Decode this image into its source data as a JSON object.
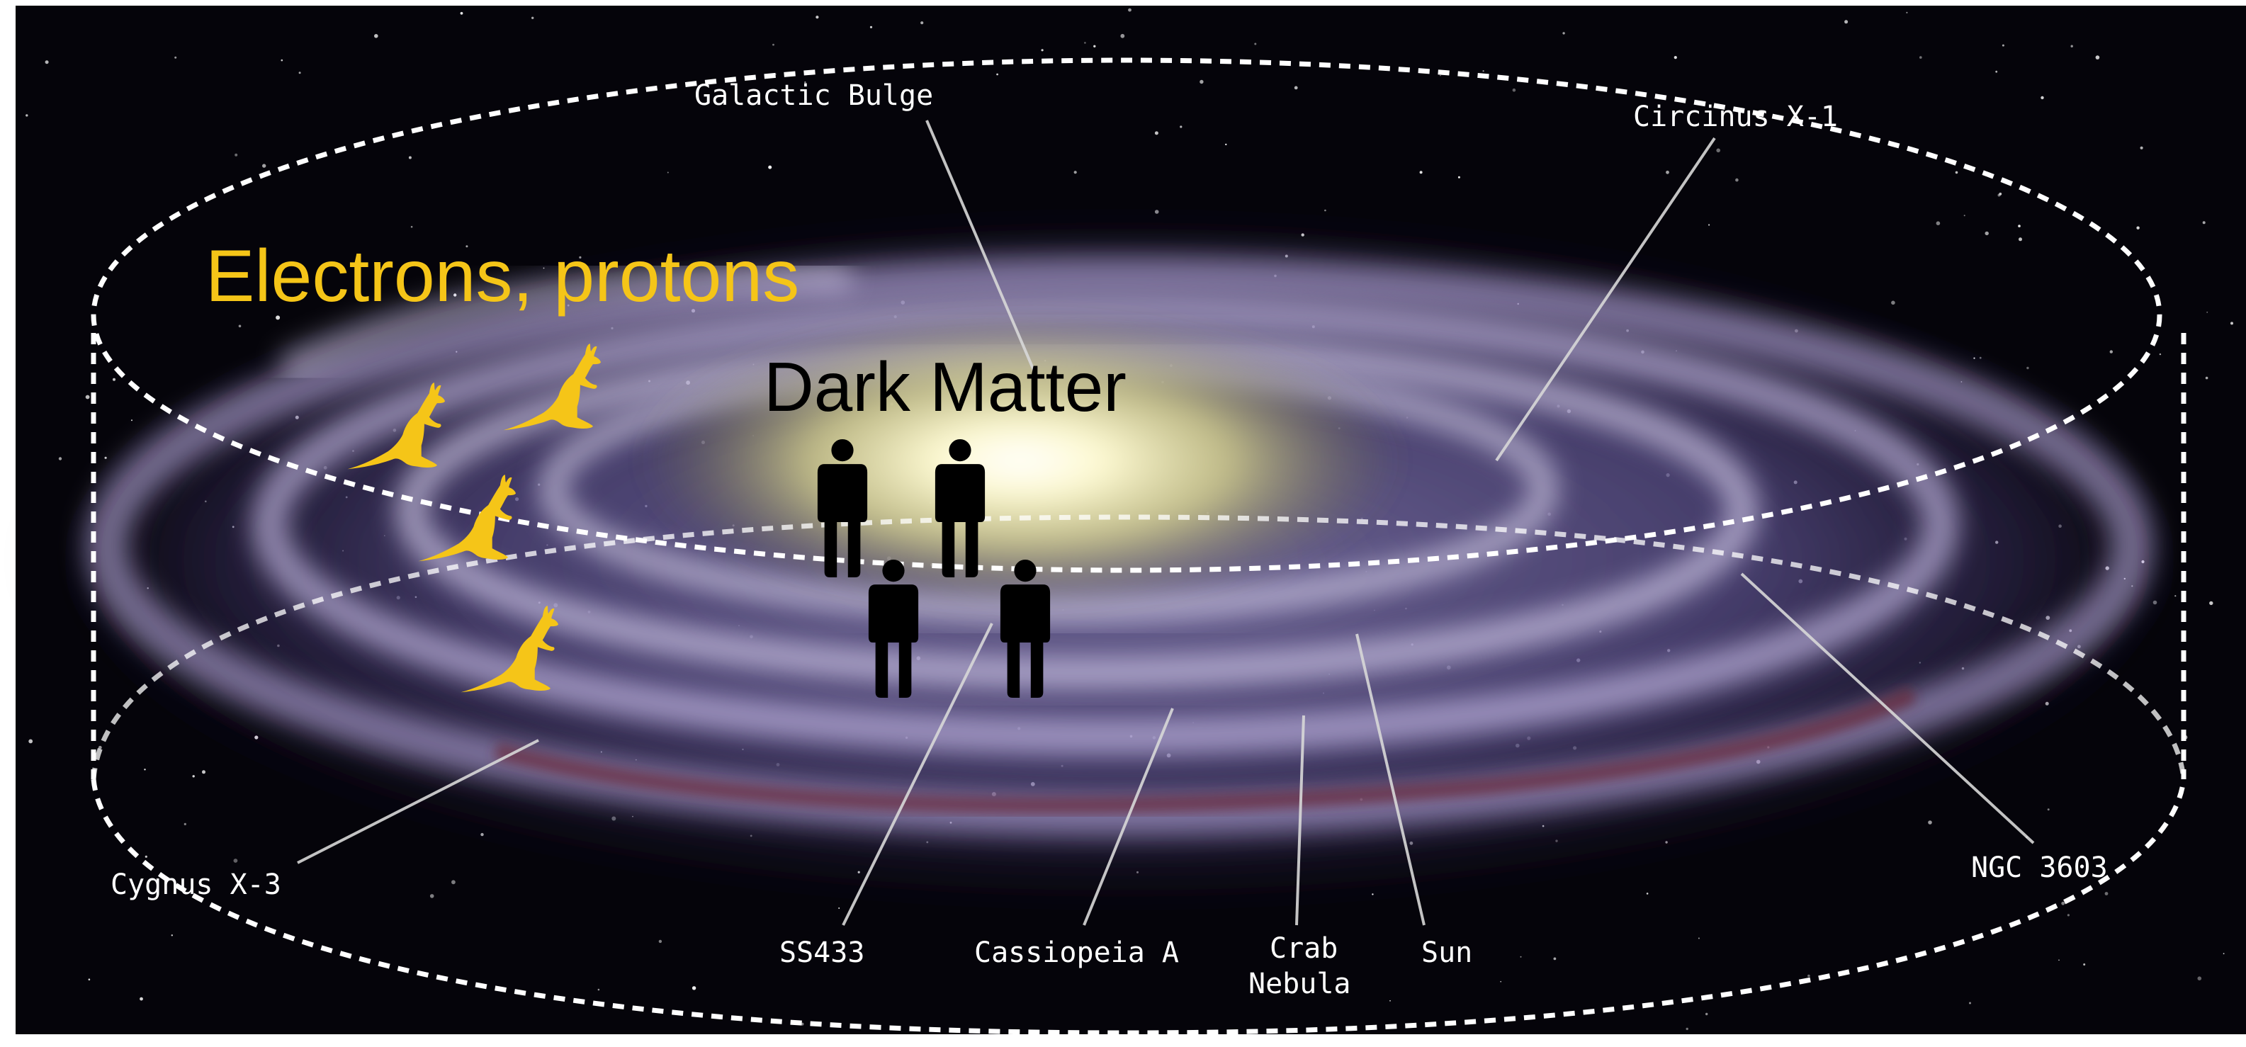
{
  "headings": {
    "particles": "Electrons, protons",
    "dark_matter": "Dark Matter"
  },
  "labels": {
    "galactic_bulge": "Galactic Bulge",
    "circinus": "Circinus X-1",
    "cygnus": "Cygnus X-3",
    "ss433": "SS433",
    "cassiopeia": "Cassiopeia A",
    "crab_line1": "Crab",
    "crab_line2": "Nebula",
    "sun": "Sun",
    "ngc": "NGC 3603"
  },
  "colors": {
    "particles": "#f5c518",
    "dark_matter": "#000000",
    "labels": "#ffffff",
    "galaxy_arms": "#b9a6e6",
    "galactic_core": "#fffbe0",
    "space": "#05040a"
  },
  "icons": {
    "kangaroo_count": 4,
    "person_count": 4
  }
}
